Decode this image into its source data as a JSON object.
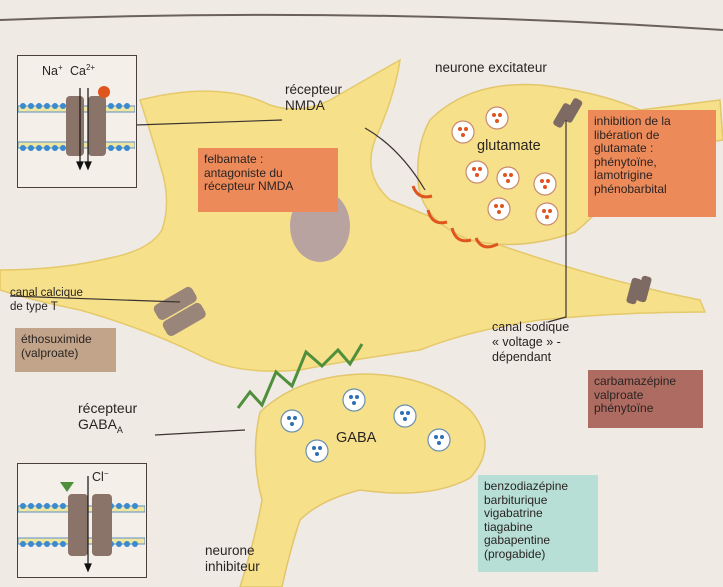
{
  "colors": {
    "background": "#efeae4",
    "neuron_body": "#f6e08a",
    "box_orange": "#ec8a5a",
    "box_tan": "#c2a48a",
    "box_brown": "#ad6b61",
    "box_teal": "#b7dfd6",
    "receptor_nmda": "#e0541e",
    "receptor_gaba": "#4f8f3c",
    "channel": "#8a7368",
    "nucleus": "#b9a3a1"
  },
  "labels": {
    "neurone_excitateur": "neurone excitateur",
    "recepteur_nmda": "récepteur\nNMDA",
    "glutamate": "glutamate",
    "canal_calcique": "canal calcique\nde type T",
    "canal_sodique": "canal sodique\n« voltage » -\ndépendant",
    "recepteur_gaba": "récepteur\nGABA",
    "recepteur_gaba_sub": "A",
    "gaba": "GABA",
    "neurone_inhibiteur": "neurone\ninhibiteur"
  },
  "inset_top": {
    "na": "Na",
    "na_sup": "+",
    "ca": "Ca",
    "ca_sup": "2+"
  },
  "inset_bottom": {
    "cl": "Cl",
    "cl_sup": "−"
  },
  "boxes": {
    "felbamate": "felbamate :\nantagoniste du\nrécepteur NMDA",
    "glutamate_inhibition": "inhibition de la\nlibération de\nglutamate :\nphénytoïne,\nlamotrigine\nphénobarbital",
    "ethosuximide": "éthosuximide\n(valproate)",
    "sodium_drugs": "carbamazépine\nvalproate\nphénytoïne",
    "gaba_drugs": "benzodiazépine\nbarbiturique\nvigabatrine\ntiagabine\ngabapentine\n(progabide)"
  }
}
